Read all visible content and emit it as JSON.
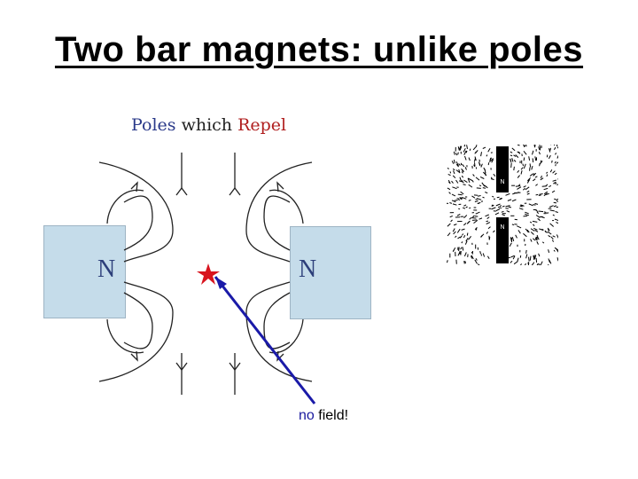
{
  "slide": {
    "title": "Two bar magnets: unlike poles"
  },
  "diagram": {
    "heading_word1": "Poles",
    "heading_word2": "which",
    "heading_word3": "Repel",
    "heading_color1": "#2b3a8a",
    "heading_color2": "#222222",
    "heading_color3": "#b01e1e",
    "magnet_color": "#c5dcea",
    "left_pole": "N",
    "right_pole": "N",
    "line_color": "#222222"
  },
  "callout": {
    "word1": "no",
    "word2": "field!",
    "arrow_color": "#1a1aa8",
    "marker_color": "#d8141e"
  },
  "photo": {
    "top_label": "N",
    "bottom_label": "N"
  }
}
